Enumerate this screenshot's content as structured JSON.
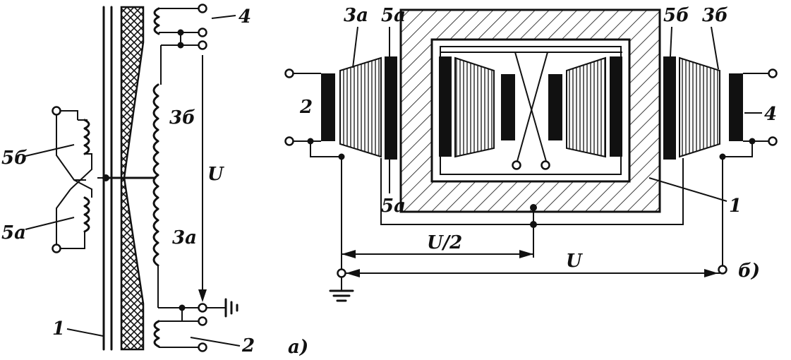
{
  "diagram_a": {
    "label_4": "4",
    "label_3b": "3б",
    "label_U": "U",
    "label_3a": "3а",
    "label_5b": "5б",
    "label_5a": "5а",
    "label_1": "1",
    "label_2": "2",
    "caption": "а)"
  },
  "diagram_b": {
    "label_3a": "3а",
    "label_5a_top": "5а",
    "label_5a_bottom": "5а",
    "label_5b": "5б",
    "label_3b": "3б",
    "label_2": "2",
    "label_4": "4",
    "label_1": "1",
    "label_U_half": "U/2",
    "label_U": "U",
    "caption": "б)"
  }
}
